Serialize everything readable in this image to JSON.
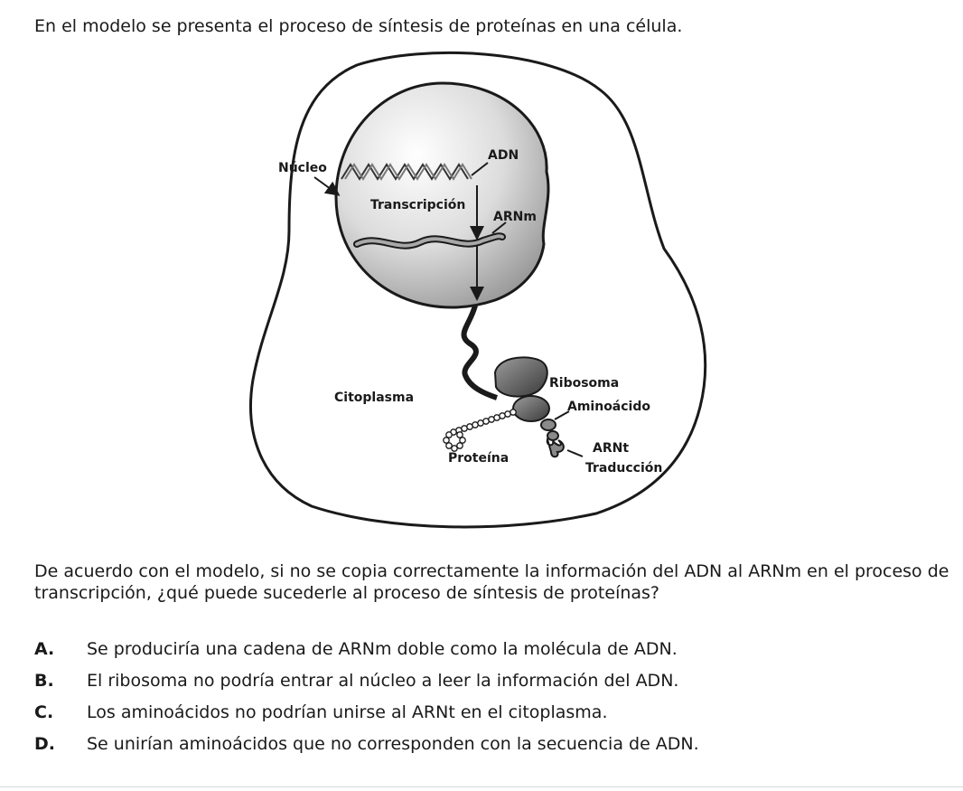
{
  "intro": "En el modelo se presenta el proceso de síntesis de proteínas en una célula.",
  "diagram": {
    "labels": {
      "nucleo": "Núcleo",
      "adn": "ADN",
      "transcripcion": "Transcripción",
      "arnm": "ARNm",
      "ribosoma": "Ribosoma",
      "citoplasma": "Citoplasma",
      "aminoacido": "Aminoácido",
      "arnt": "ARNt",
      "traduccion": "Traducción",
      "proteina": "Proteína"
    }
  },
  "question": "De acuerdo con el modelo, si no se copia correctamente la información del ADN al ARNm en el proceso de transcripción, ¿qué puede sucederle al proceso de síntesis de proteínas?",
  "options": [
    {
      "letter": "A.",
      "text": "Se produciría una cadena de ARNm doble como la molécula de ADN."
    },
    {
      "letter": "B.",
      "text": "El ribosoma no podría entrar al núcleo a leer la información del ADN."
    },
    {
      "letter": "C.",
      "text": "Los aminoácidos no podrían unirse al ARNt en el citoplasma."
    },
    {
      "letter": "D.",
      "text": "Se unirían aminoácidos que no corresponden con la secuencia de ADN."
    }
  ]
}
